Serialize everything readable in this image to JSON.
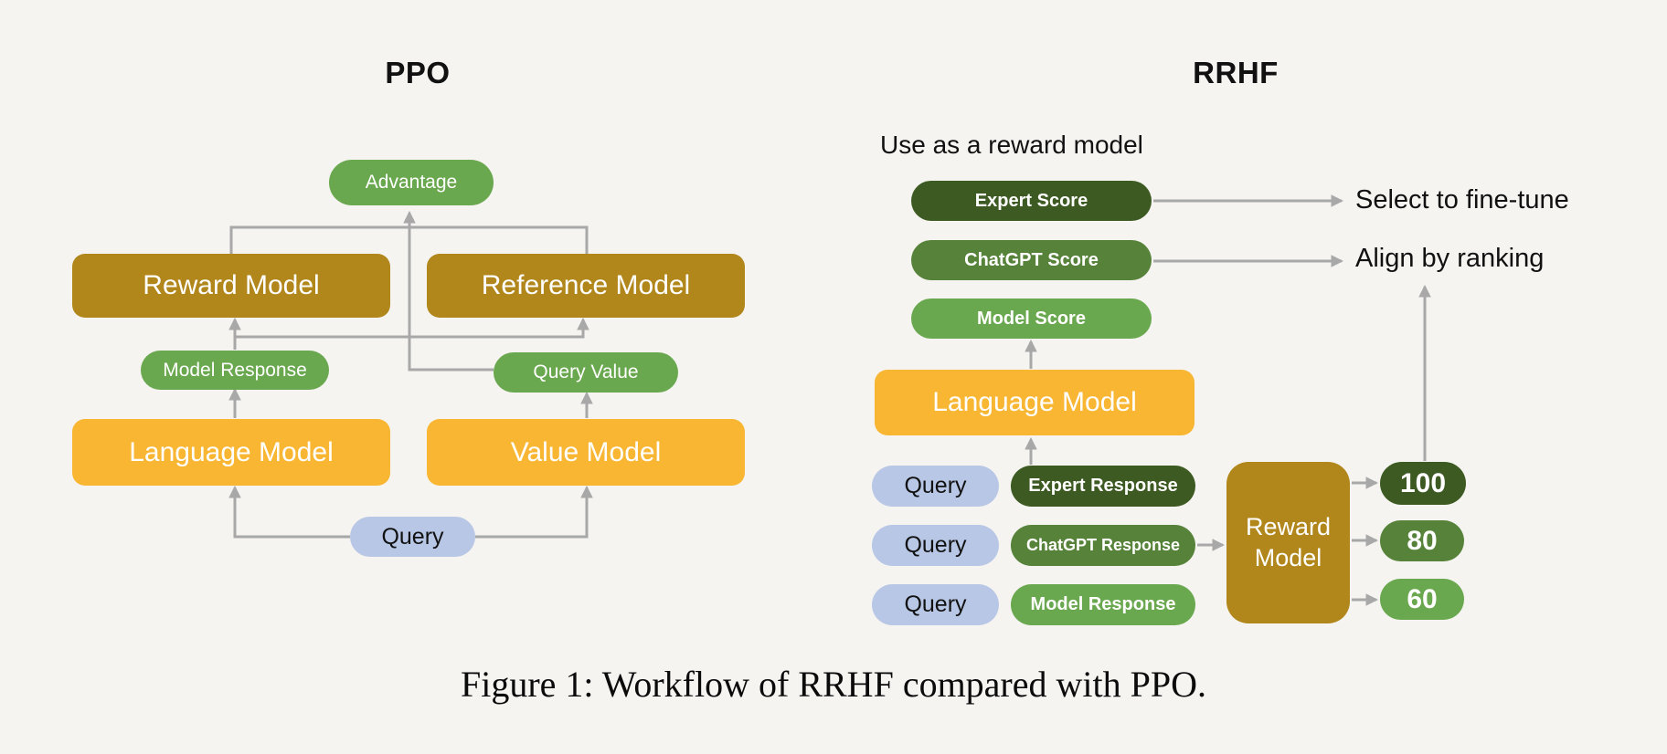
{
  "caption": "Figure 1: Workflow of RRHF compared with PPO.",
  "colors": {
    "background": "#f5f4f1",
    "gold": "#b1861b",
    "yellow": "#f8b633",
    "green_light": "#6aa84f",
    "green_mid": "#568239",
    "green_dark": "#3d5a22",
    "blue": "#b8c7e5",
    "line": "#a8a8a8"
  },
  "ppo": {
    "title": "PPO",
    "advantage": "Advantage",
    "reward_model": "Reward Model",
    "reference_model": "Reference Model",
    "model_response": "Model Response",
    "query_value": "Query Value",
    "language_model": "Language Model",
    "value_model": "Value Model",
    "query": "Query"
  },
  "rrhf": {
    "title": "RRHF",
    "annotation": "Use as a reward model",
    "expert_score": "Expert Score",
    "chatgpt_score": "ChatGPT Score",
    "model_score": "Model Score",
    "select_label": "Select to fine-tune",
    "align_label": "Align by ranking",
    "language_model": "Language Model",
    "queries": [
      "Query",
      "Query",
      "Query"
    ],
    "expert_response": "Expert Response",
    "chatgpt_response": "ChatGPT Response",
    "model_response": "Model Response",
    "reward_model": "Reward Model",
    "scores": [
      "100",
      "80",
      "60"
    ]
  }
}
